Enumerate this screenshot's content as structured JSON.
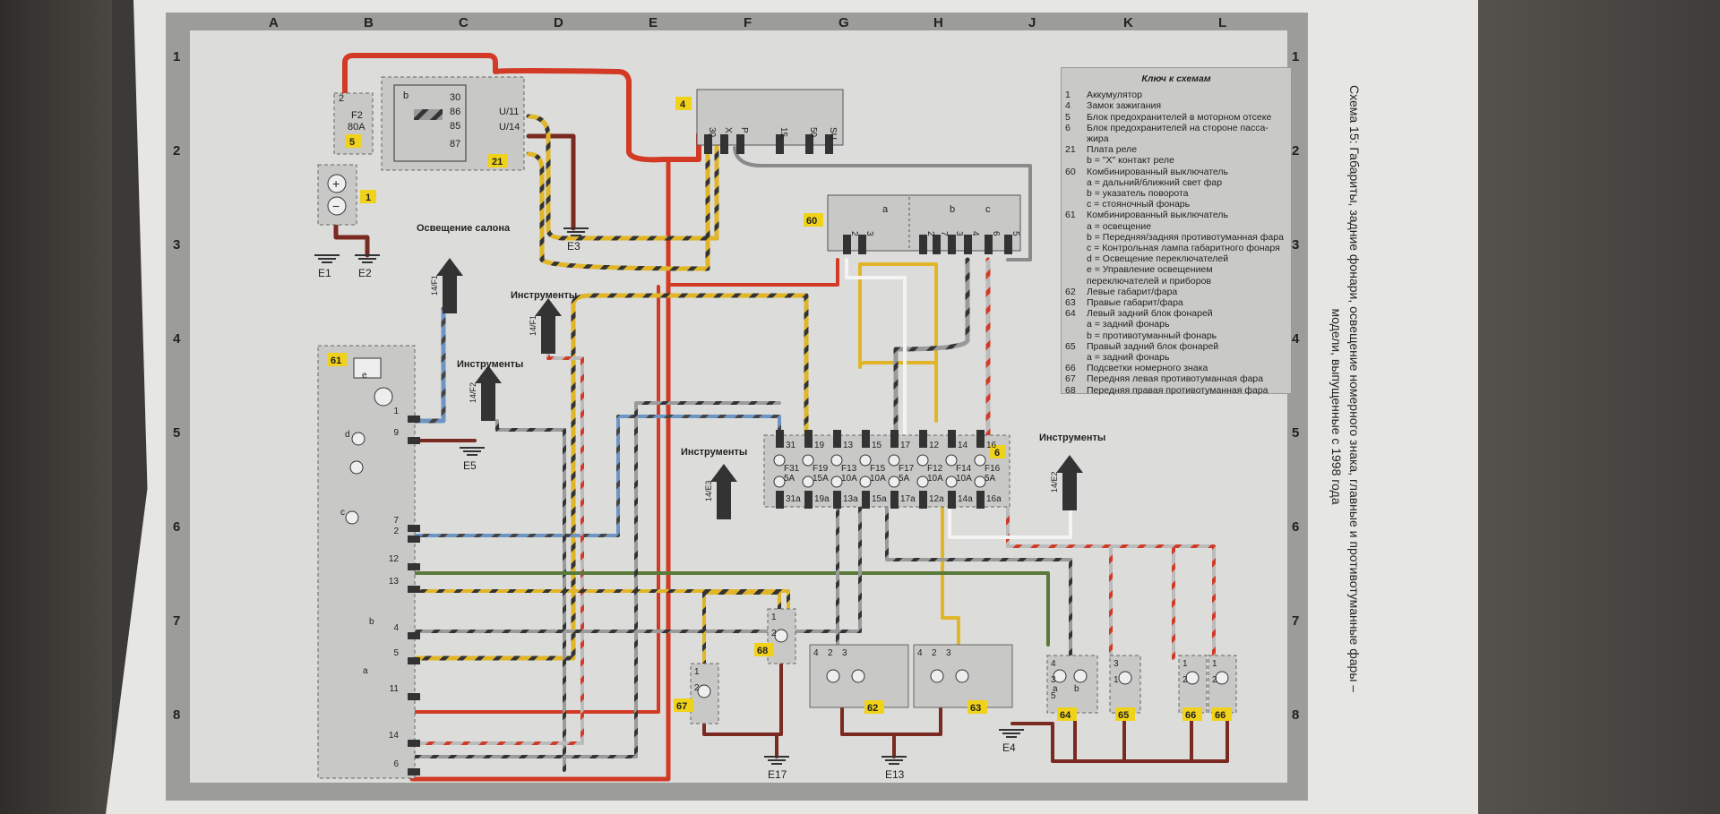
{
  "title": {
    "line1": "Схема 15: Габариты, задние фонари, освещение номерного знака, главные и противотуманные фары –",
    "line2": "модели, выпущенные с 1998 года"
  },
  "grid": {
    "columns": [
      "A",
      "B",
      "C",
      "D",
      "E",
      "F",
      "G",
      "H",
      "J",
      "K",
      "L"
    ],
    "rows": [
      "1",
      "2",
      "3",
      "4",
      "5",
      "6",
      "7",
      "8"
    ]
  },
  "legend": {
    "title": "Ключ к схемам",
    "items": [
      {
        "num": "1",
        "text": "Аккумулятор"
      },
      {
        "num": "4",
        "text": "Замок зажигания"
      },
      {
        "num": "5",
        "text": "Блок предохранителей в моторном отсеке"
      },
      {
        "num": "6",
        "text": "Блок предохранителей на стороне пасса-жира"
      },
      {
        "num": "21",
        "text": "Плата реле"
      },
      {
        "num": "",
        "text": "b = \"X\" контакт реле"
      },
      {
        "num": "60",
        "text": "Комбинированный выключатель"
      },
      {
        "num": "",
        "text": "a = дальний/ближний свет фар"
      },
      {
        "num": "",
        "text": "b = указатель поворота"
      },
      {
        "num": "",
        "text": "c = стояночный фонарь"
      },
      {
        "num": "61",
        "text": "Комбинированный выключатель"
      },
      {
        "num": "",
        "text": "a = освещение"
      },
      {
        "num": "",
        "text": "b = Передняя/задняя противотуманная фара"
      },
      {
        "num": "",
        "text": "c = Контрольная лампа габаритного фонаря"
      },
      {
        "num": "",
        "text": "d = Освещение переключателей"
      },
      {
        "num": "",
        "text": "e = Управление освещением переключателей и приборов"
      },
      {
        "num": "62",
        "text": "Левые габарит/фара"
      },
      {
        "num": "63",
        "text": "Правые габарит/фара"
      },
      {
        "num": "64",
        "text": "Левый задний блок фонарей"
      },
      {
        "num": "",
        "text": "a = задний фонарь"
      },
      {
        "num": "",
        "text": "b = противотуманный фонарь"
      },
      {
        "num": "65",
        "text": "Правый задний блок фонарей"
      },
      {
        "num": "",
        "text": "a = задний фонарь"
      },
      {
        "num": "66",
        "text": "Подсветки номерного знака"
      },
      {
        "num": "67",
        "text": "Передняя левая противотуманная фара"
      },
      {
        "num": "68",
        "text": "Передняя правая противотуманная фара"
      }
    ]
  },
  "components": {
    "fuse5": {
      "id": "5",
      "fuse": "F2",
      "rating": "80A",
      "pin": "2"
    },
    "battery": {
      "id": "1",
      "plus": "+",
      "minus": "−"
    },
    "relay21": {
      "id": "21",
      "b": "b",
      "pins": [
        "30",
        "86",
        "85",
        "87"
      ],
      "outs": [
        "U/11",
        "U/14"
      ]
    },
    "ignition4": {
      "id": "4",
      "pins": [
        "30",
        "X",
        "P",
        "15",
        "50",
        "SU"
      ]
    },
    "switch60": {
      "id": "60",
      "contacts": [
        "a",
        "b",
        "c"
      ],
      "pins": [
        "2",
        "3",
        "2",
        "7",
        "3",
        "4",
        "6",
        "5"
      ]
    },
    "switch61": {
      "id": "61",
      "contacts": [
        "e",
        "d",
        "c",
        "b",
        "a"
      ],
      "pins": [
        "1",
        "9",
        "7",
        "2",
        "12",
        "13",
        "4",
        "5",
        "11",
        "14",
        "6"
      ]
    },
    "fusebox6": {
      "id": "6",
      "fuses": [
        {
          "top": "31",
          "name": "F31",
          "rating": "5A",
          "bottom": "31a"
        },
        {
          "top": "19",
          "name": "F19",
          "rating": "15A",
          "bottom": "19a"
        },
        {
          "top": "13",
          "name": "F13",
          "rating": "10A",
          "bottom": "13a"
        },
        {
          "top": "15",
          "name": "F15",
          "rating": "10A",
          "bottom": "15a"
        },
        {
          "top": "17",
          "name": "F17",
          "rating": "5A",
          "bottom": "17a"
        },
        {
          "top": "12",
          "name": "F12",
          "rating": "10A",
          "bottom": "12a"
        },
        {
          "top": "14",
          "name": "F14",
          "rating": "10A",
          "bottom": "14a"
        },
        {
          "top": "16",
          "name": "F16",
          "rating": "5A",
          "bottom": "16a"
        }
      ]
    },
    "lamp62": {
      "id": "62",
      "pins": [
        "4",
        "2",
        "3"
      ]
    },
    "lamp63": {
      "id": "63",
      "pins": [
        "4",
        "2",
        "3"
      ]
    },
    "lamp64": {
      "id": "64",
      "pins": [
        "4",
        "3",
        "5"
      ],
      "parts": [
        "a",
        "b"
      ]
    },
    "lamp65": {
      "id": "65",
      "pins": [
        "3",
        "1"
      ]
    },
    "lamp66a": {
      "id": "66",
      "pins": [
        "1",
        "2"
      ]
    },
    "lamp66b": {
      "id": "66",
      "pins": [
        "1",
        "2"
      ]
    },
    "lamp67": {
      "id": "67",
      "pins": [
        "1",
        "2"
      ]
    },
    "lamp68": {
      "id": "68",
      "pins": [
        "1",
        "2"
      ]
    }
  },
  "grounds": [
    "E1",
    "E2",
    "E3",
    "E4",
    "E5",
    "E13",
    "E17"
  ],
  "references": {
    "interior": {
      "label": "Освещение салона",
      "code": "14/F1"
    },
    "instr1": {
      "label": "Инструменты",
      "code": "14/F1"
    },
    "instr2": {
      "label": "Инструменты",
      "code": "14/F2"
    },
    "instr3": {
      "label": "Инструменты",
      "code": "14/E3"
    },
    "instr4": {
      "label": "Инструменты",
      "code": "14/E2"
    }
  },
  "colors": {
    "red": "#d23a25",
    "brown": "#7a2a20",
    "yellow": "#e0b628",
    "grey": "#8a8a8a",
    "white": "#f4f4f4",
    "blue": "#5b8fc0",
    "green": "#5a7a3a",
    "badge": "#f0d21a"
  }
}
